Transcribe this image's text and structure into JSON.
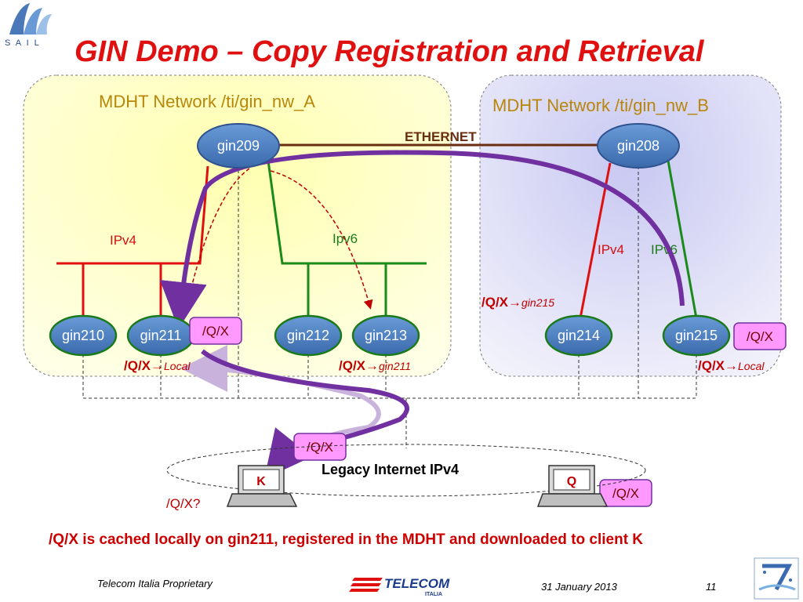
{
  "slide": {
    "title": "GIN Demo – Copy Registration and Retrieval",
    "caption": "/Q/X is cached locally on gin211, registered in the MDHT and downloaded to client K",
    "page_number": "11"
  },
  "logo_sail": {
    "text": "S A I L",
    "icon": "sail-logo-icon"
  },
  "networks": {
    "a": {
      "label": "MDHT Network /ti/gin_nw_A"
    },
    "b": {
      "label": "MDHT Network /ti/gin_nw_B"
    }
  },
  "links": {
    "ethernet": "ETHERNET",
    "ipv4_a": "IPv4",
    "ipv6_a": "Ipv6",
    "ipv4_b": "IPv4",
    "ipv6_b": "IPv6"
  },
  "nodes": {
    "gin209": "gin209",
    "gin208": "gin208",
    "gin210": "gin210",
    "gin211": "gin211",
    "gin212": "gin212",
    "gin213": "gin213",
    "gin214": "gin214",
    "gin215": "gin215"
  },
  "tags": {
    "gin211": "/Q/X",
    "gin215": "/Q/X",
    "legacy": "/Q/X",
    "client_q": "/Q/X"
  },
  "routes": {
    "local_a_prefix": "/Q/X",
    "local_a_suffix": "Local",
    "gin213_prefix": "/Q/X",
    "gin213_suffix": "gin211",
    "b_prefix": "/Q/X",
    "b_suffix": "gin215",
    "local_b_prefix": "/Q/X",
    "local_b_suffix": "Local",
    "arrow": "→"
  },
  "legacy_internet": {
    "label": "Legacy Internet IPv4"
  },
  "clients": {
    "k": {
      "label": "K",
      "query": "/Q/X?"
    },
    "q": {
      "label": "Q"
    }
  },
  "footer": {
    "proprietary": "Telecom Italia Proprietary",
    "date": "31 January 2013",
    "telecom_logo_text": "TELECOM",
    "telecom_logo_sub": "ITALIA",
    "fp7_icon": "fp7-logo-icon"
  },
  "colors": {
    "title": "#e01010",
    "node_fill": "#4a7ebb",
    "network_a_fill": "#ffffa6",
    "network_b_fill": "#d6d6f5",
    "ipv4": "#e01010",
    "ipv6": "#1a8a1a",
    "ethernet": "#6b2d0f",
    "purple_path": "#7030a0",
    "tag_fill": "#ff99ff"
  }
}
